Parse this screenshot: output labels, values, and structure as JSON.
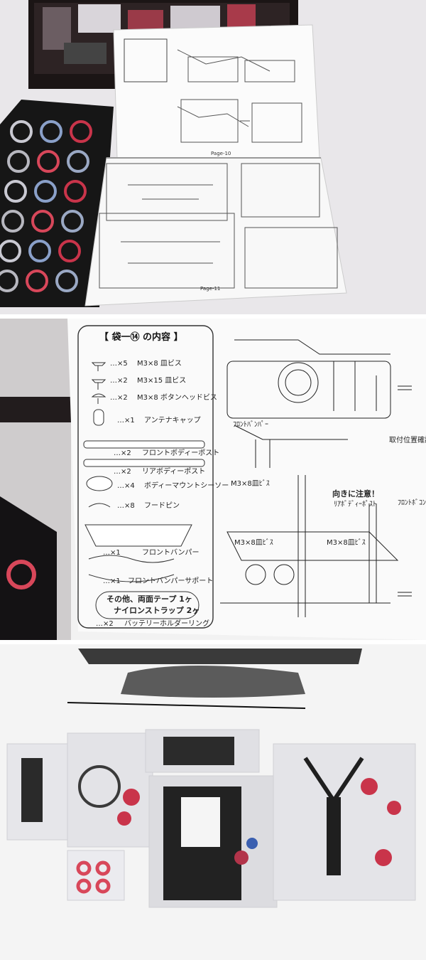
{
  "panel1": {
    "manual_pages": [
      "Page-10",
      "Page-11"
    ]
  },
  "panel2": {
    "box_title": "【 袋一⑭ の内容 】",
    "parts": [
      {
        "qty": "…×5",
        "name": "M3×8 皿ビス"
      },
      {
        "qty": "…×2",
        "name": "M3×15 皿ビス"
      },
      {
        "qty": "…×2",
        "name": "M3×8 ボタンヘッドビス"
      },
      {
        "qty": "…×1",
        "name": "アンテナキャップ"
      },
      {
        "qty": "…×2",
        "name": "フロントボディーポスト"
      },
      {
        "qty": "…×2",
        "name": "リアボディーポスト"
      },
      {
        "qty": "…×4",
        "name": "ボディーマウントシーソー"
      },
      {
        "qty": "…×8",
        "name": "フードピン"
      },
      {
        "qty": "…×1",
        "name": "フロントバンパー"
      },
      {
        "qty": "…×1",
        "name": "フロントバンパーサポート"
      },
      {
        "qty": "…×2",
        "name": "バッテリーホルダーリング"
      }
    ],
    "footer_line1": "その他、両面テープ 1ヶ",
    "footer_line2": "ナイロンストラップ 2ヶ",
    "callouts": {
      "front_bumper": "ﾌﾛﾝﾄﾊﾞﾝﾊﾟｰ",
      "screw_a": "M3×8皿ﾋﾞｽ",
      "screw_b": "M3×8皿ﾋﾞｽ",
      "screw_c": "M3×8皿ﾋﾞｽ",
      "orientation_note": "向きに注意！",
      "rear_body_post": "ﾘｱﾎﾞﾃﾞｨｰﾎﾟｽﾄ",
      "mount_check": "取付位置確認",
      "front_right": "ﾌﾛﾝﾄﾎﾞｺﾝﾊﾟ"
    }
  }
}
